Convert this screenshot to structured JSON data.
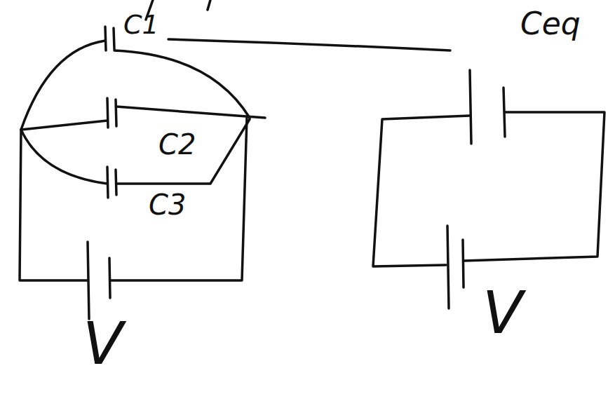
{
  "diagram": {
    "labels": [
      "C1",
      "C2",
      "C3",
      "Ceq",
      "V",
      "V"
    ]
  }
}
